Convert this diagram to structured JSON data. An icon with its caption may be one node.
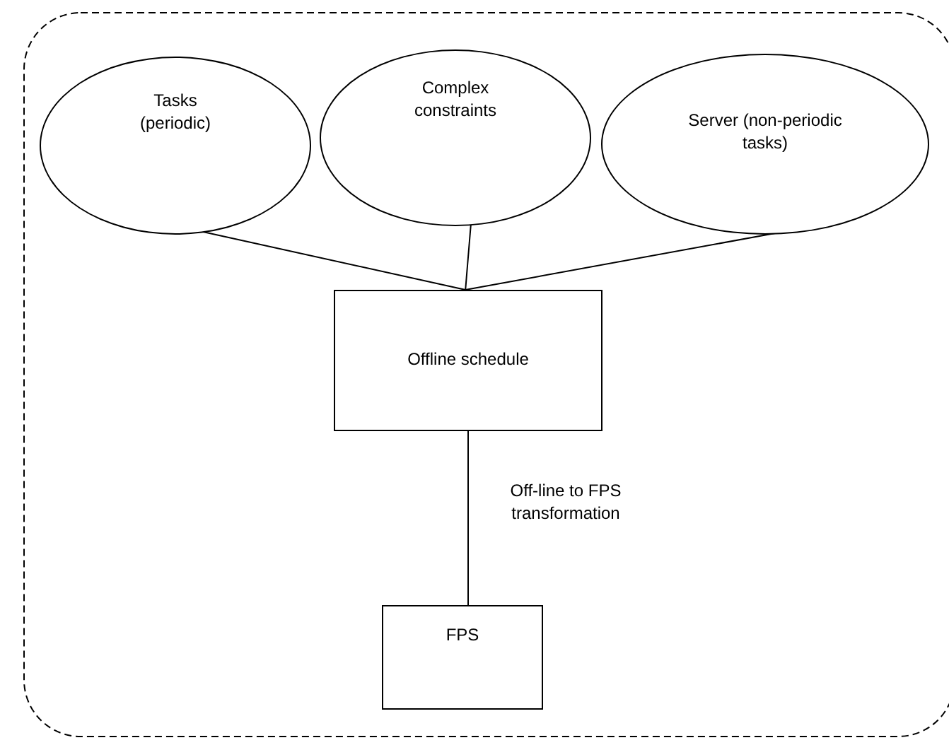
{
  "diagram": {
    "nodes": [
      {
        "text": [],
        "shape": "box"
      },
      {
        "text": [
          "Tasks (periodic)"
        ],
        "in": 0
      },
      {
        "text": [
          "Complex constraints"
        ],
        "in": 0
      },
      {
        "text": [
          "Server (non-periodic tasks)"
        ],
        "in": 0
      },
      {
        "text": [
          "Offline schedule"
        ],
        "in": 0
      },
      {
        "text": [
          "FPS"
        ],
        "in": 0
      }
    ],
    "edges": [
      {
        "from": 1,
        "to": 4,
        "arrow": "none"
      },
      {
        "from": 2,
        "to": 4,
        "arrow": "none"
      },
      {
        "from": 3,
        "to": 4,
        "arrow": "none"
      },
      {
        "from": 4,
        "to": 5,
        "arrow": "none",
        "label": "Off-line to FPS transformation"
      }
    ]
  }
}
